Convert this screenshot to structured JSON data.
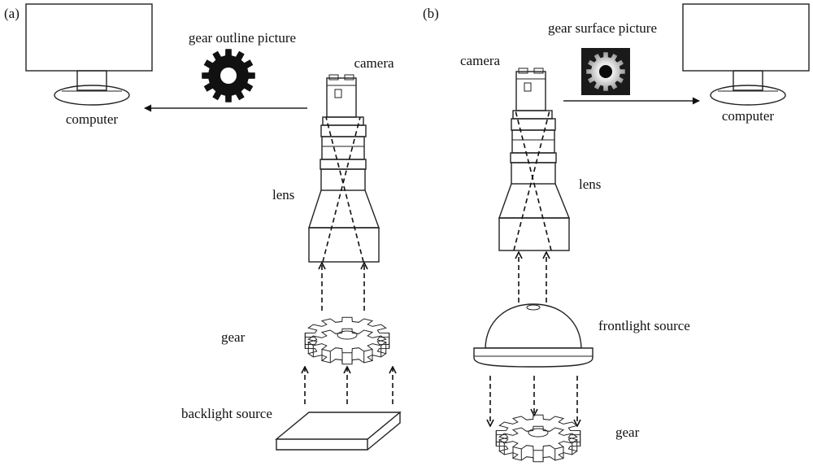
{
  "panel_a": {
    "tag": "(a)",
    "computer_label": "computer",
    "picture_label": "gear outline picture",
    "camera_label": "camera",
    "lens_label": "lens",
    "gear_label": "gear",
    "light_label": "backlight source"
  },
  "panel_b": {
    "tag": "(b)",
    "computer_label": "computer",
    "picture_label": "gear surface picture",
    "camera_label": "camera",
    "lens_label": "lens",
    "gear_label": "gear",
    "light_label": "frontlight source"
  },
  "colors": {
    "line": "#222222",
    "outline_gear": "#111111",
    "surface_bg": "#1a1a1a"
  }
}
